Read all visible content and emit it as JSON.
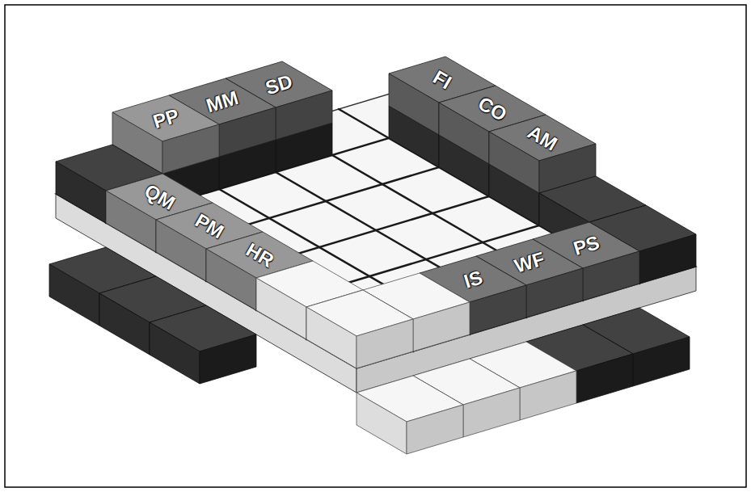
{
  "diagram": {
    "nodes": [
      {
        "text": [
          "PP"
        ]
      },
      {
        "text": [
          "MM"
        ]
      },
      {
        "text": [
          "SD"
        ]
      },
      {
        "text": [
          "FI"
        ]
      },
      {
        "text": [
          "CO"
        ]
      },
      {
        "text": [
          "AM"
        ]
      },
      {
        "text": [
          "QM"
        ]
      },
      {
        "text": [
          "PM"
        ]
      },
      {
        "text": [
          "HR"
        ]
      },
      {
        "text": [
          "IS"
        ]
      },
      {
        "text": [
          "WF"
        ]
      },
      {
        "text": [
          "PS"
        ]
      }
    ]
  }
}
